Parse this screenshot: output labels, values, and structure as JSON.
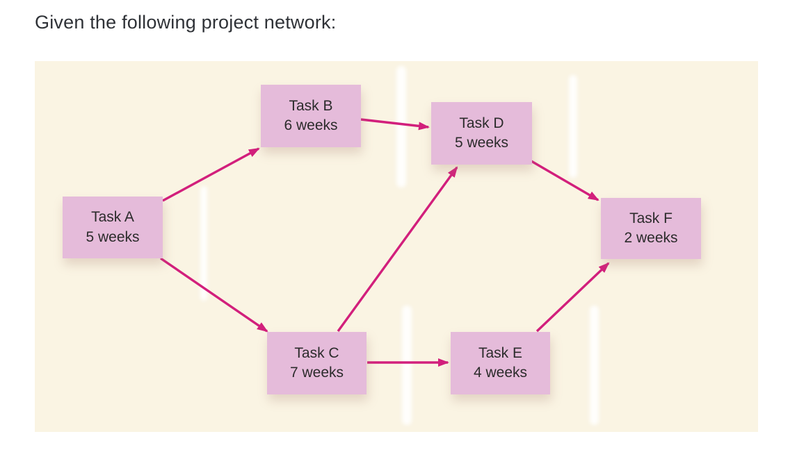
{
  "heading": "Given the following project network:",
  "diagram": {
    "nodes": [
      {
        "id": "A",
        "label": "Task A",
        "duration": "5 weeks"
      },
      {
        "id": "B",
        "label": "Task B",
        "duration": "6 weeks"
      },
      {
        "id": "C",
        "label": "Task C",
        "duration": "7 weeks"
      },
      {
        "id": "D",
        "label": "Task D",
        "duration": "5 weeks"
      },
      {
        "id": "E",
        "label": "Task E",
        "duration": "4 weeks"
      },
      {
        "id": "F",
        "label": "Task F",
        "duration": "2 weeks"
      }
    ],
    "edges": [
      {
        "from": "A",
        "to": "B"
      },
      {
        "from": "A",
        "to": "C"
      },
      {
        "from": "B",
        "to": "D"
      },
      {
        "from": "C",
        "to": "D"
      },
      {
        "from": "C",
        "to": "E"
      },
      {
        "from": "D",
        "to": "F"
      },
      {
        "from": "E",
        "to": "F"
      }
    ],
    "colors": {
      "panel_background": "#faf4e3",
      "node_fill": "#e5bbda",
      "arrow": "#d21f7c",
      "node_text": "#2b2b2b"
    }
  }
}
